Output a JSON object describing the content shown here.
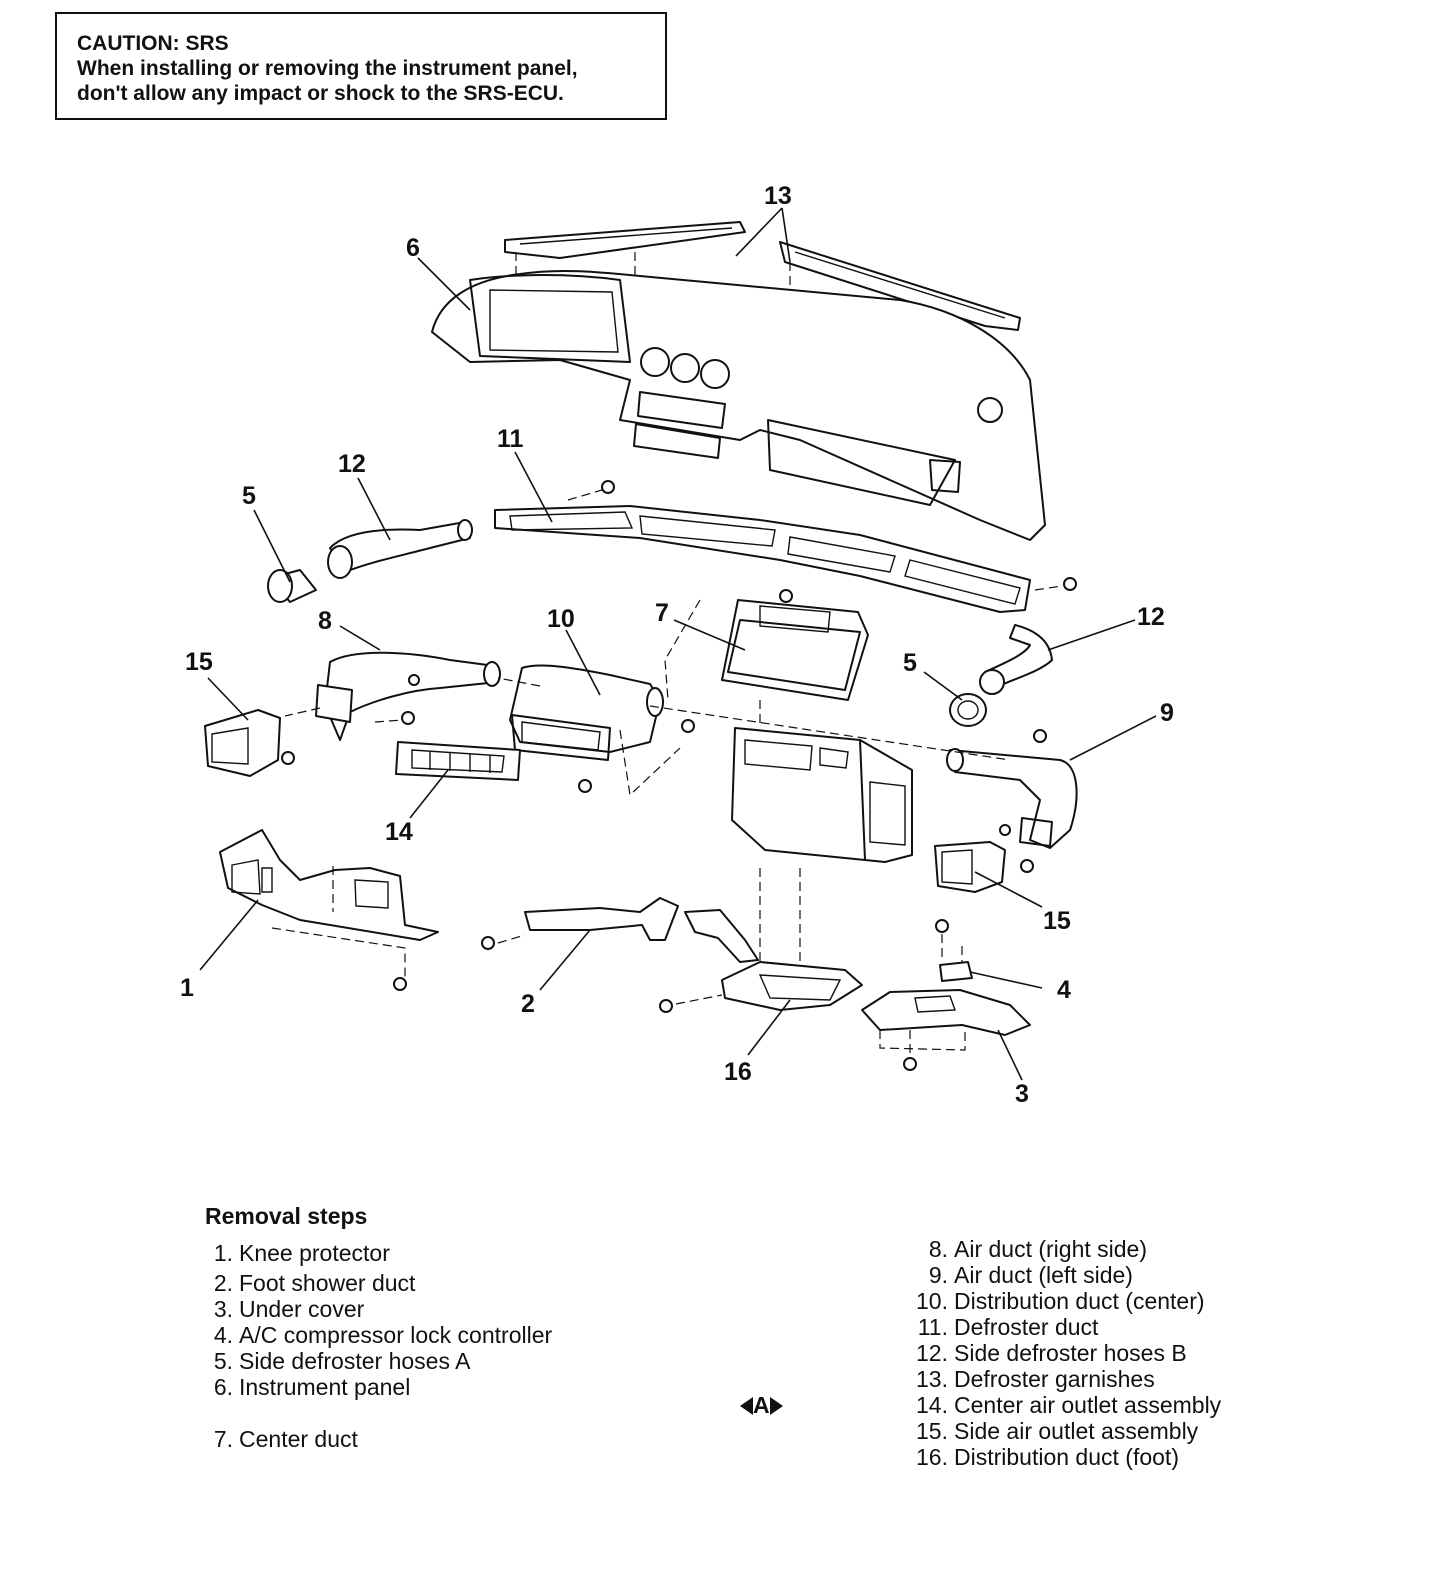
{
  "caution": {
    "title": "CAUTION: SRS",
    "line1": "When installing or removing the instrument panel,",
    "line2": "don't allow any impact or shock to the SRS-ECU."
  },
  "callouts": {
    "c1": "1",
    "c2": "2",
    "c3": "3",
    "c4": "4",
    "c5a": "5",
    "c5b": "5",
    "c6": "6",
    "c7": "7",
    "c8": "8",
    "c9": "9",
    "c10": "10",
    "c11": "11",
    "c12a": "12",
    "c12b": "12",
    "c13": "13",
    "c14": "14",
    "c15a": "15",
    "c15b": "15",
    "c16": "16"
  },
  "removal": {
    "title": "Removal steps",
    "steps": [
      {
        "num": "1.",
        "text": "Knee protector"
      },
      {
        "num": "2.",
        "text": "Foot shower duct"
      },
      {
        "num": "3.",
        "text": "Under cover"
      },
      {
        "num": "4.",
        "text": "A/C compressor lock controller"
      },
      {
        "num": "5.",
        "text": "Side defroster hoses A"
      },
      {
        "num": "6.",
        "text": "Instrument panel"
      },
      {
        "num": "7.",
        "text": "Center duct"
      },
      {
        "num": "8.",
        "text": "Air duct (right side)"
      },
      {
        "num": "9.",
        "text": "Air duct (left side)"
      },
      {
        "num": "10.",
        "text": "Distribution duct (center)"
      },
      {
        "num": "11.",
        "text": "Defroster duct"
      },
      {
        "num": "12.",
        "text": "Side defroster hoses B"
      },
      {
        "num": "13.",
        "text": "Defroster garnishes"
      },
      {
        "num": "14.",
        "text": "Center air outlet assembly"
      },
      {
        "num": "15.",
        "text": "Side air outlet assembly"
      },
      {
        "num": "16.",
        "text": "Distribution duct (foot)"
      }
    ],
    "marker_letter": "A"
  }
}
